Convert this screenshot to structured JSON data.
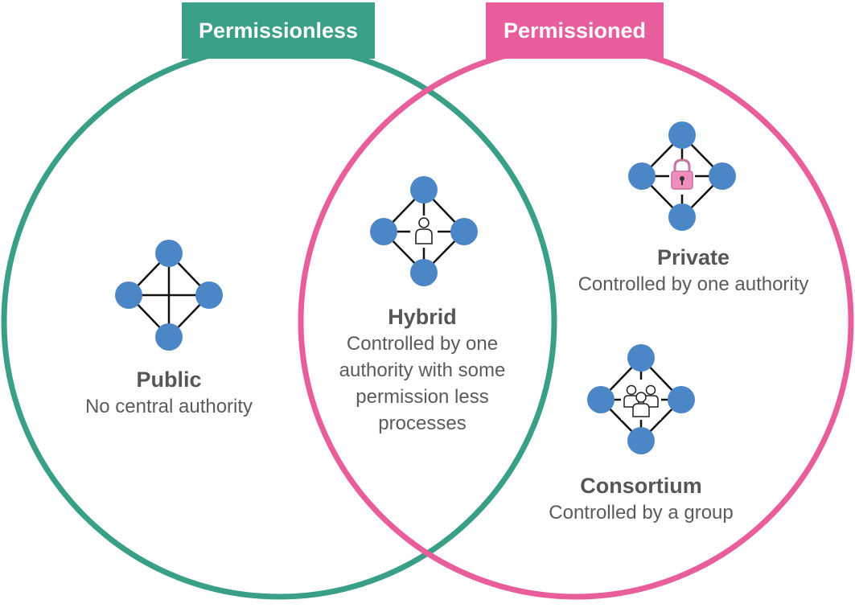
{
  "colors": {
    "permissionless": "#399f86",
    "permissioned": "#e85d9c",
    "node": "#4b86c6",
    "edge": "#111111",
    "lock": "#f08fbf"
  },
  "labels": {
    "permissionless": "Permissionless",
    "permissioned": "Permissioned"
  },
  "regions": {
    "public": {
      "title": "Public",
      "description": "No central authority",
      "icon": "network-mesh-icon"
    },
    "hybrid": {
      "title": "Hybrid",
      "description_lines": [
        "Controlled by one",
        "authority with some",
        "permission less",
        "processes"
      ],
      "icon": "network-person-icon"
    },
    "private": {
      "title": "Private",
      "description": "Controlled by one authority",
      "icon": "network-lock-icon"
    },
    "consortium": {
      "title": "Consortium",
      "description": "Controlled by a group",
      "icon": "network-group-icon"
    }
  }
}
